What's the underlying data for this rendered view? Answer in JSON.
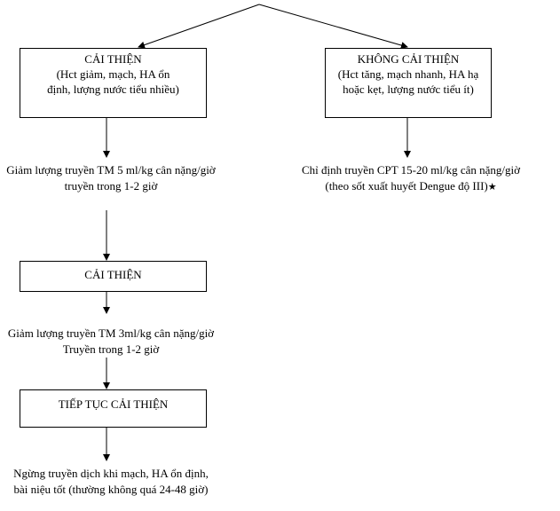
{
  "left_branch": {
    "box1": {
      "title": "CẢI THIỆN",
      "detail_line1": "(Hct giảm, mạch, HA ổn",
      "detail_line2": "định, lượng nước tiểu nhiều)"
    },
    "step1_line1": "Giảm lượng truyền TM 5 ml/kg cân nặng/giờ",
    "step1_line2": "truyền trong 1-2 giờ",
    "box2": {
      "title": "CẢI THIỆN"
    },
    "step2_line1": "Giảm lượng truyền TM 3ml/kg cân nặng/giờ",
    "step2_line2": "Truyền trong 1-2 giờ",
    "box3": {
      "title": "TIẾP TỤC CẢI THIỆN"
    },
    "step3_line1": "Ngừng truyền dịch khi mạch, HA ổn định,",
    "step3_line2": "bài niệu tốt (thường không quá 24-48 giờ)"
  },
  "right_branch": {
    "box1": {
      "title": "KHÔNG CẢI THIỆN",
      "detail_line1": "(Hct tăng, mạch nhanh, HA hạ",
      "detail_line2": "hoặc kẹt, lượng nước tiểu ít)"
    },
    "step1_line1": "Chỉ định truyền CPT 15-20 ml/kg cân nặng/giờ",
    "step1_line2": "(theo sốt xuất huyết Dengue độ III)",
    "star_glyph": "★"
  }
}
